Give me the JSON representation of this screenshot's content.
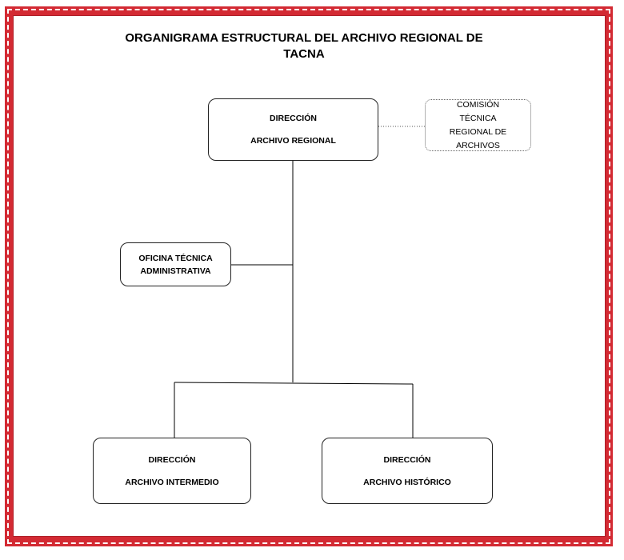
{
  "title": "ORGANIGRAMA ESTRUCTURAL DEL ARCHIVO REGIONAL DE TACNA",
  "nodes": {
    "direccion_regional": {
      "line1": "DIRECCIÓN",
      "line2": "ARCHIVO REGIONAL"
    },
    "comision": {
      "text": "COMISIÓN TÉCNICA REGIONAL DE ARCHIVOS"
    },
    "oficina": {
      "text": "OFICINA TÉCNICA ADMINISTRATIVA"
    },
    "direccion_intermedio": {
      "line1": "DIRECCIÓN",
      "line2": "ARCHIVO INTERMEDIO"
    },
    "direccion_historico": {
      "line1": "DIRECCIÓN",
      "line2": "ARCHIVO HISTÓRICO"
    }
  },
  "colors": {
    "frame": "#d32a33",
    "line": "#000000"
  }
}
